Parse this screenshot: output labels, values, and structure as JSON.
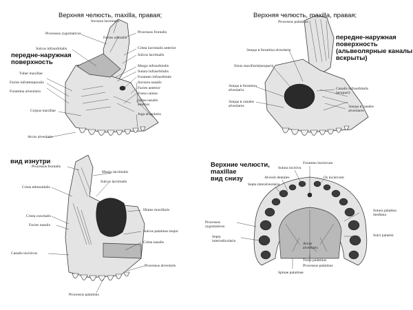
{
  "panels": {
    "top_left": {
      "heading": "Верхняя челюсть, maxilla, правая;",
      "caption": "передне-наружная\nповерхность",
      "labels_left": [
        "Processus zygomaticus",
        "Sulcus infraorbitalis",
        "Tuber maxillae",
        "Facies infratemporalis",
        "Foramina alveolaria",
        "Corpus maxillae",
        "Arcus alveolaris"
      ],
      "labels_right": [
        "Incisura lacrimalis",
        "Facies orbitalis",
        "Processus frontalis",
        "Crista lacrimalis anterior",
        "Sulcus lacrimalis",
        "Margo infraorbitalis",
        "Sutura infraorbitalis",
        "Foramen infraorbitale",
        "Incisura nasalis",
        "Facies anterior",
        "Fossa canina",
        "Spina nasalis anterior",
        "Juga alveolaria"
      ]
    },
    "top_right": {
      "heading": "Верхняя челюсть, maxilla, правая;",
      "subheading": "Processus palatinus",
      "caption": "передне-наружная\nповерхность\n(альвеолярные каналы\nвскрыты)",
      "labels_left": [
        "Зонды в foramina alveolaria",
        "Sinus maxillaris(вскрыт)",
        "Зонды в foramina alveolaria",
        "Зонды в canales alveolares"
      ],
      "labels_right": [
        "Canalis infraorbitalis (вскрыт)",
        "Зонды в canales alveolares"
      ]
    },
    "bottom_left": {
      "caption": "вид изнутри",
      "labels_left": [
        "Processus frontalis",
        "Crista ethmoidalis",
        "Crista conchalis",
        "Facies nasalis",
        "Canalis incisivus"
      ],
      "labels_right": [
        "Margo lacrimalis",
        "Sulcus lacrimalis",
        "Hiatus maxillaris",
        "Sulcus palatinus major",
        "Crista nasalis",
        "Processus alveolaris",
        "Processus palatinus"
      ]
    },
    "bottom_right": {
      "caption": "Верхние челюсти,\nmaxillae\nвид снизу",
      "labels_top": [
        "Foramen incisivum",
        "Sutura incisiva",
        "Alveoli dentales",
        "Os incisivum",
        "Septa interalveolaria"
      ],
      "labels_left": [
        "Processus zygomaticus",
        "Septa interradicularia"
      ],
      "labels_right": [
        "Sutura palatina mediana",
        "Sulci palatini",
        "Arcus alveolaris",
        "Torus palatinus",
        "Processus palatinus",
        "Spinae palatinae"
      ]
    }
  }
}
